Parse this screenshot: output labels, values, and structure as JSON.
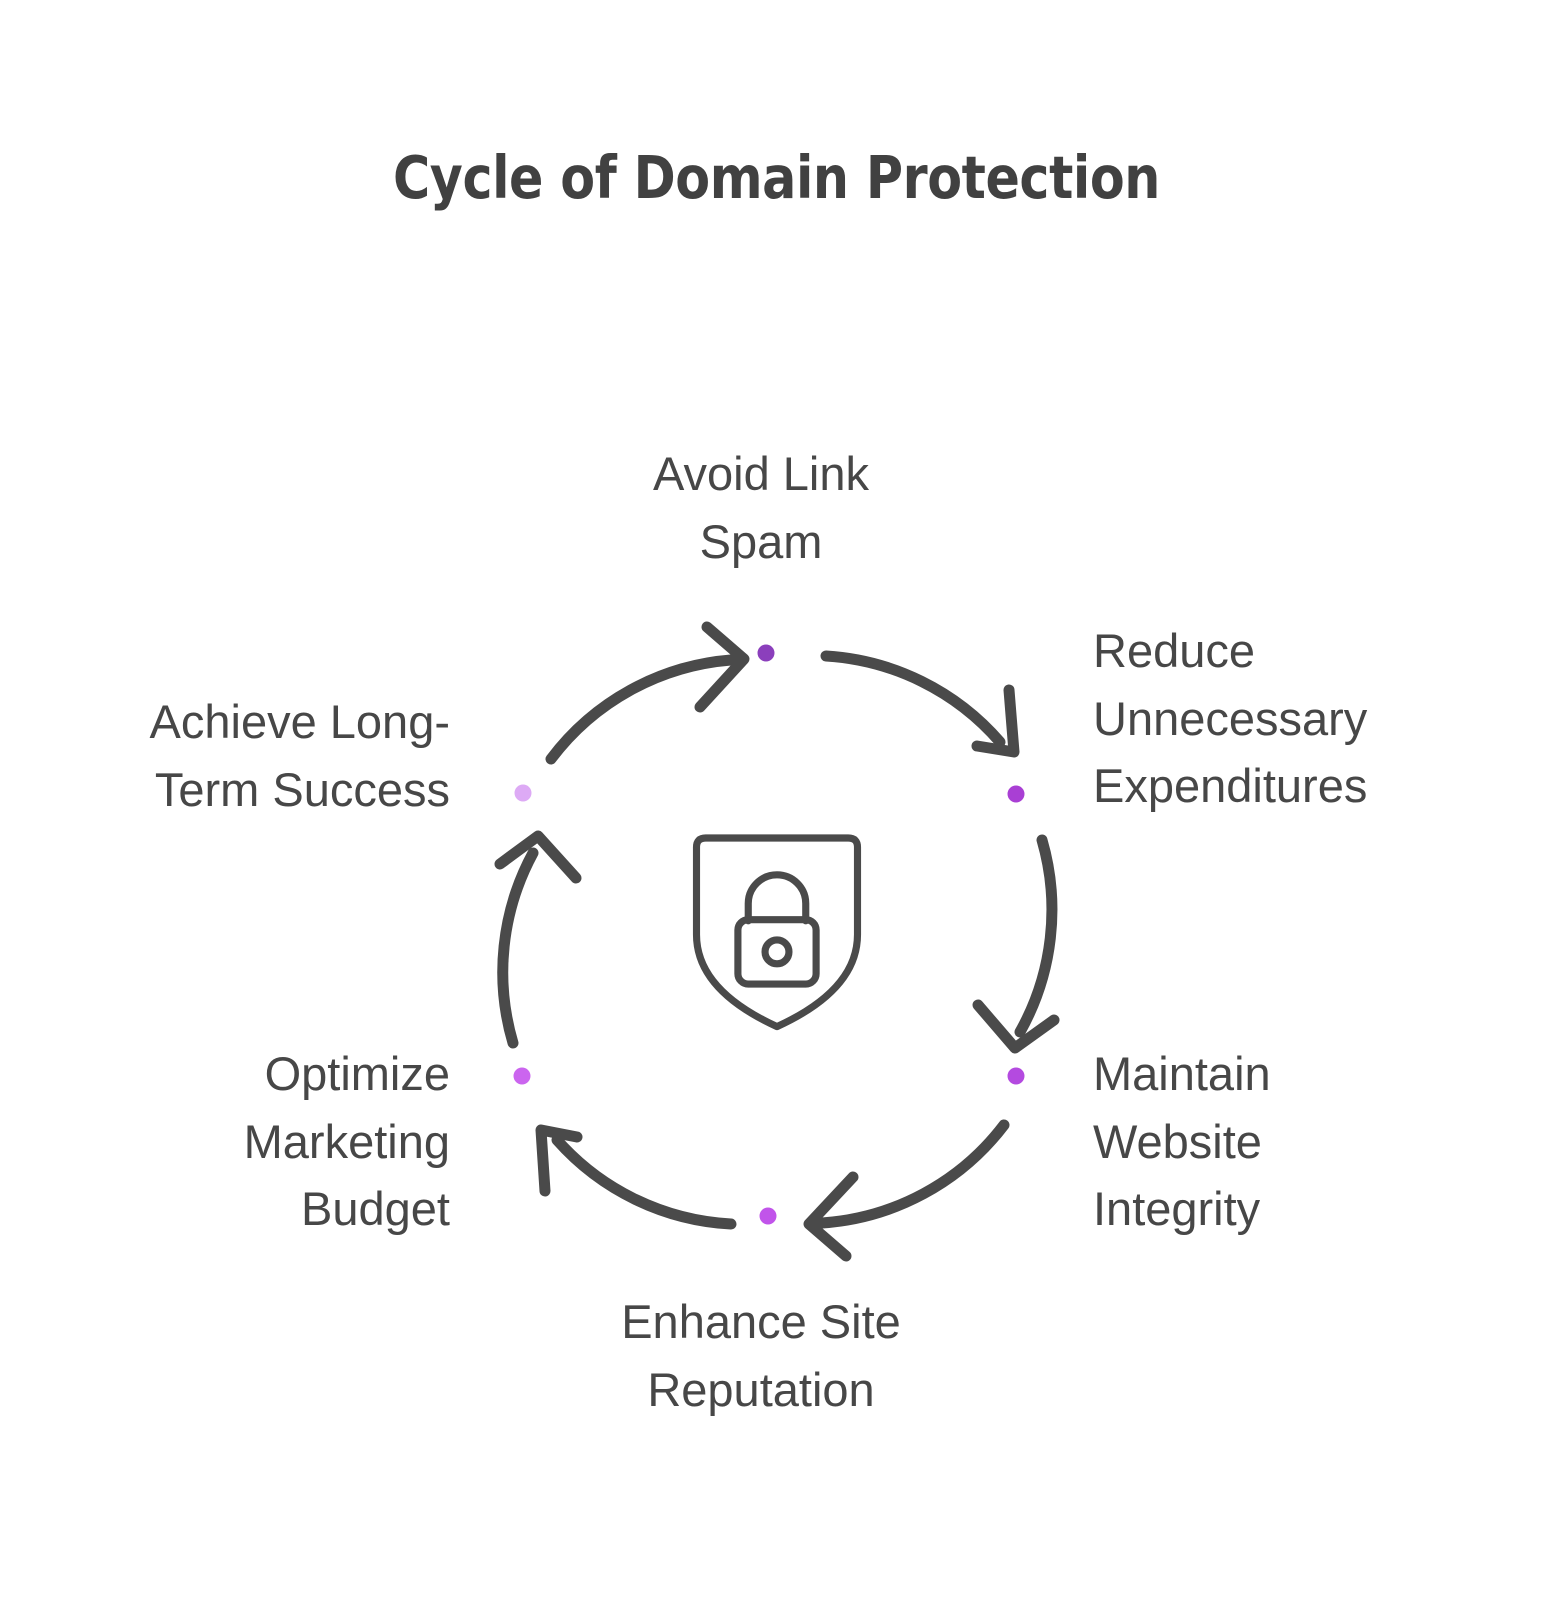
{
  "title": "Cycle of Domain Protection",
  "center_icon": {
    "name": "shield-lock-icon",
    "stroke_color": "#4a4a4a"
  },
  "theme": {
    "background": "#ffffff",
    "text_color": "#474747",
    "title_color": "#414141",
    "arrow_color": "#4a4a4a"
  },
  "chart_data": {
    "type": "cycle-diagram",
    "title": "Cycle of Domain Protection",
    "direction": "clockwise",
    "node_count": 6,
    "nodes": [
      {
        "label": "Avoid Link\nSpam",
        "position": "top",
        "angle_deg": 270,
        "dot_color": "#8b3fbc"
      },
      {
        "label": "Reduce\nUnnecessary\nExpenditures",
        "position": "upper-right",
        "angle_deg": 330,
        "dot_color": "#a93fd4"
      },
      {
        "label": "Maintain\nWebsite\nIntegrity",
        "position": "lower-right",
        "angle_deg": 30,
        "dot_color": "#b44ae0"
      },
      {
        "label": "Enhance Site\nReputation",
        "position": "bottom",
        "angle_deg": 90,
        "dot_color": "#c154ea"
      },
      {
        "label": "Optimize\nMarketing\nBudget",
        "position": "lower-left",
        "angle_deg": 150,
        "dot_color": "#cb65ef"
      },
      {
        "label": "Achieve Long-\nTerm Success",
        "position": "upper-left",
        "angle_deg": 210,
        "dot_color": "#ddaaf5"
      }
    ],
    "edges": [
      {
        "from": "Avoid Link Spam",
        "to": "Reduce Unnecessary Expenditures"
      },
      {
        "from": "Reduce Unnecessary Expenditures",
        "to": "Maintain Website Integrity"
      },
      {
        "from": "Maintain Website Integrity",
        "to": "Enhance Site Reputation"
      },
      {
        "from": "Enhance Site Reputation",
        "to": "Optimize Marketing Budget"
      },
      {
        "from": "Optimize Marketing Budget",
        "to": "Achieve Long-Term Success"
      },
      {
        "from": "Achieve Long-Term Success",
        "to": "Avoid Link Spam"
      }
    ]
  }
}
